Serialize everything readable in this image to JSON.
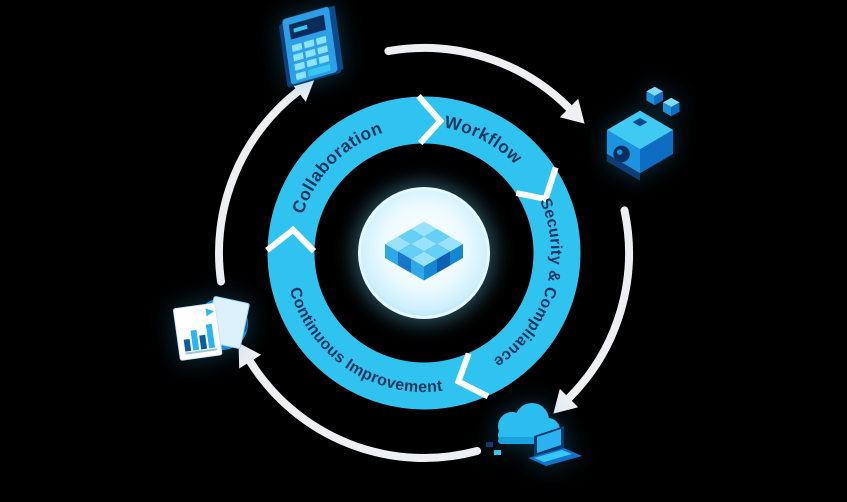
{
  "diagram": {
    "center_icon": "cube-grid",
    "segments": [
      {
        "label": "Collaboration"
      },
      {
        "label": "Workflow"
      },
      {
        "label": "Security & Compliance"
      },
      {
        "label": "Continuous Improvement"
      }
    ],
    "corner_icons": [
      {
        "name": "calculator-device"
      },
      {
        "name": "modular-cube"
      },
      {
        "name": "cloud-laptop"
      },
      {
        "name": "analytics-report"
      }
    ],
    "colors": {
      "background": "#000000",
      "ring": "#30C3EF",
      "segment_label": "#17365E",
      "divider": "#FFFFFF",
      "outer_arrow": "#EDEFF2"
    }
  }
}
